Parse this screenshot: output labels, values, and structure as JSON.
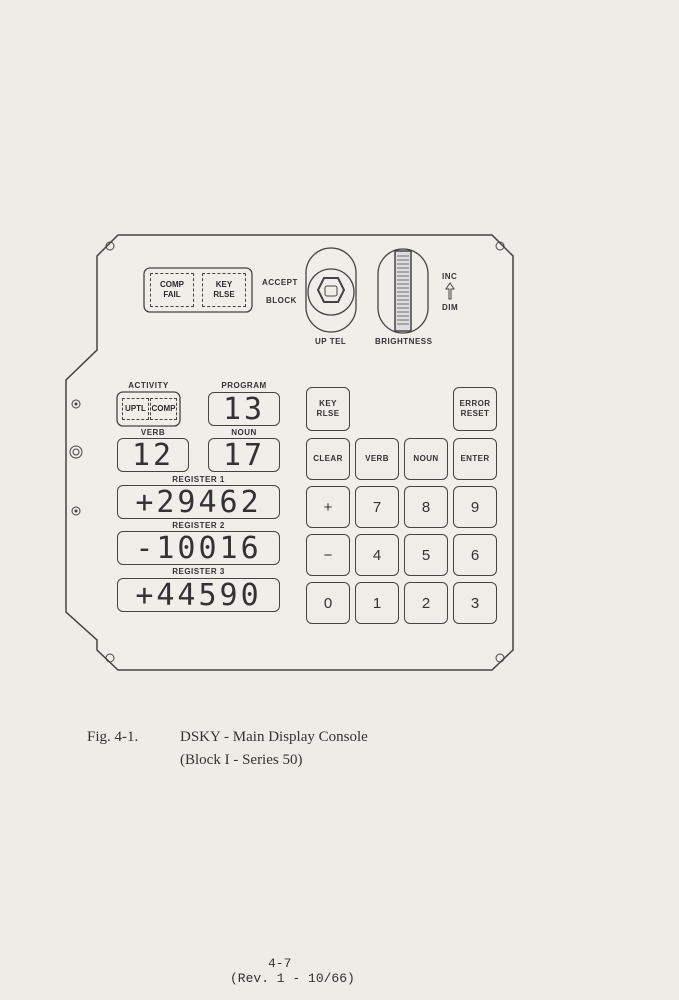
{
  "panel": {
    "lamps": {
      "comp_fail": "COMP\nFAIL",
      "key_rlse": "KEY\nRLSE"
    },
    "switch_labels": {
      "accept": "ACCEPT",
      "block": "BLOCK",
      "uptel": "UP TEL"
    },
    "brightness": {
      "label": "BRIGHTNESS",
      "inc": "INC",
      "dim": "DIM"
    },
    "activity": {
      "label": "ACTIVITY",
      "uptl": "UPTL",
      "comp": "COMP"
    },
    "program": {
      "label": "PROGRAM",
      "value": "13"
    },
    "verb": {
      "label": "VERB",
      "value": "12"
    },
    "noun": {
      "label": "NOUN",
      "value": "17"
    },
    "registers": [
      {
        "label": "REGISTER 1",
        "value": "+29462"
      },
      {
        "label": "REGISTER 2",
        "value": "-10016"
      },
      {
        "label": "REGISTER 3",
        "value": "+44590"
      }
    ],
    "keys": {
      "key_rlse": "KEY\nRLSE",
      "error_reset": "ERROR\nRESET",
      "clear": "CLEAR",
      "verb": "VERB",
      "noun": "NOUN",
      "enter": "ENTER",
      "plus": "+",
      "minus": "−",
      "d0": "0",
      "d1": "1",
      "d2": "2",
      "d3": "3",
      "d4": "4",
      "d5": "5",
      "d6": "6",
      "d7": "7",
      "d8": "8",
      "d9": "9"
    }
  },
  "caption": {
    "fig": "Fig. 4-1.",
    "title": "DSKY - Main Display Console",
    "subtitle": "(Block I - Series 50)"
  },
  "footer": {
    "page": "4-7",
    "rev": "(Rev. 1 - 10/66)"
  }
}
